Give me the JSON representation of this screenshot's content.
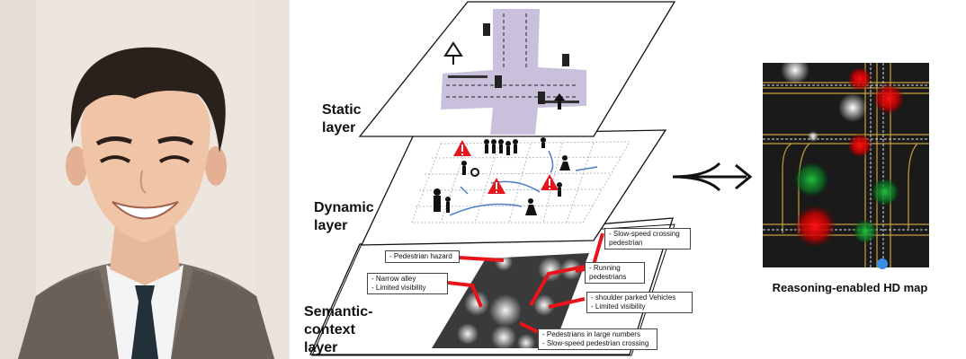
{
  "layers": {
    "static": [
      "Static",
      "layer"
    ],
    "dynamic": [
      "Dynamic",
      "layer"
    ],
    "semantic": [
      "Semantic-",
      "context",
      "layer"
    ]
  },
  "notes": {
    "pedestrian_hazard": [
      "-    Pedestrian hazard"
    ],
    "narrow_alley": [
      "-    Narrow alley",
      "-    Limited visibility"
    ],
    "slow_speed_crossing": [
      "-    Slow-speed crossing",
      "     pedestrian"
    ],
    "running_pedestrians": [
      "-    Running",
      "     pedestrians"
    ],
    "shoulder_parked": [
      "-    shoulder parked Vehicles",
      "-    Limited visibility"
    ],
    "pedestrians_large": [
      "-    Pedestrians in large numbers",
      "-    Slow-speed pedestrian crossing"
    ]
  },
  "hd_map": {
    "caption": "Reasoning-enabled HD map"
  },
  "colors": {
    "road": "#c9c0dc",
    "hazard": "#e8141c",
    "map_bg": "#1a1a1a",
    "arrow_blue": "#4a7ec4"
  },
  "icons": [
    "traffic-light-icon",
    "warning-sign-icon",
    "pedestrian-icon",
    "arrow-right-merge-icon"
  ]
}
